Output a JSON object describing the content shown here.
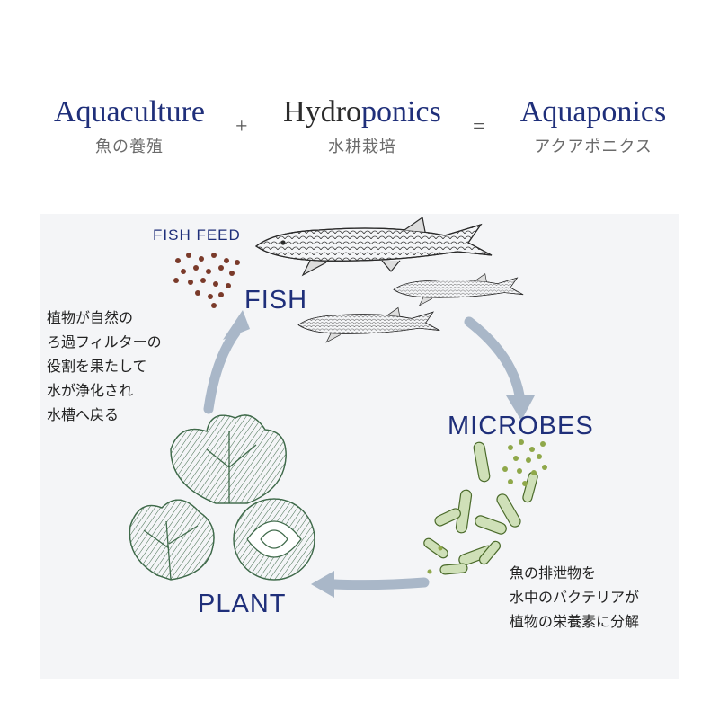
{
  "equation": {
    "term1": {
      "en": "Aquaculture",
      "ja": "魚の養殖"
    },
    "op1": "+",
    "term2": {
      "en_part1": "Hydro",
      "en_part2": "ponics",
      "ja": "水耕栽培"
    },
    "op2": "=",
    "term3": {
      "en": "Aquaponics",
      "ja": "アクアポニクス"
    }
  },
  "cycle": {
    "fish_feed": "FISH FEED",
    "fish": "FISH",
    "microbes": "MICROBES",
    "plant": "PLANT"
  },
  "notes": {
    "plant_filter": [
      "植物が自然の",
      "ろ過フィルターの",
      "役割を果たして",
      "水が浄化され",
      "水槽へ戻る"
    ],
    "microbe_decompose": [
      "魚の排泄物を",
      "水中のバクテリアが",
      "植物の栄養素に分解"
    ]
  },
  "colors": {
    "navy": "#1f2f7a",
    "arrow": "#a9b7c8",
    "feed": "#7a3a2a",
    "plant": "#3f6a4a",
    "microbe": "#7a9a3a",
    "panel": "#f4f5f7"
  },
  "icons": [
    "fish-icon",
    "fish-feed-icon",
    "microbe-icon",
    "lettuce-icon",
    "bokchoy-icon",
    "cabbage-icon",
    "cycle-arrow-icon"
  ]
}
